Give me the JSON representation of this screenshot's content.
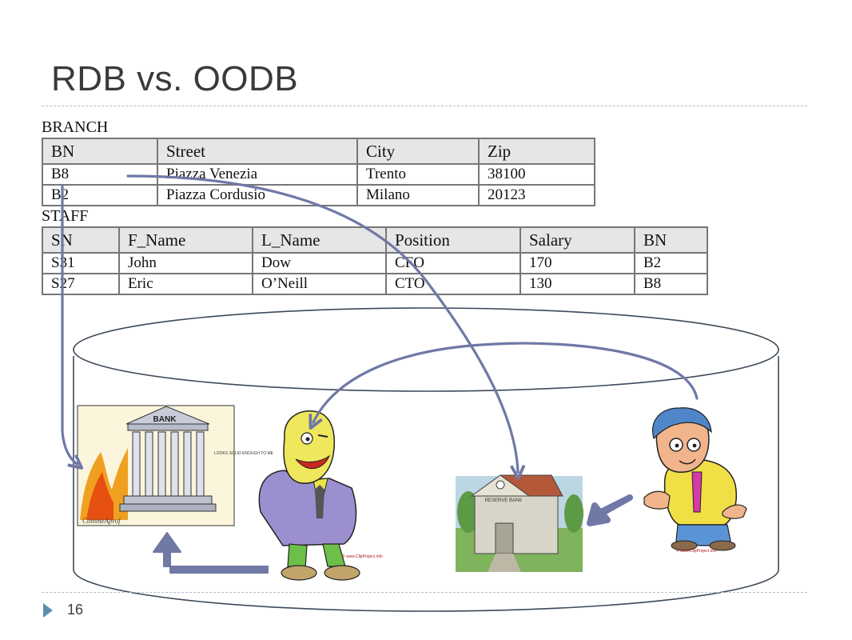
{
  "slide": {
    "title": "RDB vs. OODB",
    "page_number": "16"
  },
  "branch": {
    "caption": "BRANCH",
    "headers": [
      "BN",
      "Street",
      "City",
      "Zip"
    ],
    "rows": [
      [
        "B8",
        "Piazza Venezia",
        "Trento",
        "38100"
      ],
      [
        "B2",
        "Piazza Cordusio",
        "Milano",
        "20123"
      ]
    ]
  },
  "staff": {
    "caption": "STAFF",
    "headers": [
      "SN",
      "F_Name",
      "L_Name",
      "Position",
      "Salary",
      "BN"
    ],
    "rows": [
      [
        "S31",
        "John",
        "Dow",
        "CFO",
        "170",
        "B2"
      ],
      [
        "S27",
        "Eric",
        "O’Neill",
        "CTO",
        "130",
        "B8"
      ]
    ]
  },
  "images": {
    "bank_cartoon_sign": "BANK",
    "bank_cartoon_note": "LOOKS SOLID ENOUGH TO ME",
    "bank_cartoon_signature": "CommeAprof",
    "clipart_credit_1": "© www.ClipProject.info",
    "clipart_credit_2": "© www.ClipProject.info",
    "reserve_bank_sign": "RESERVE BANK"
  },
  "colors": {
    "arrow": "#7078a6",
    "accent": "#5b8fb0",
    "table_header": "#e6e6e6"
  }
}
